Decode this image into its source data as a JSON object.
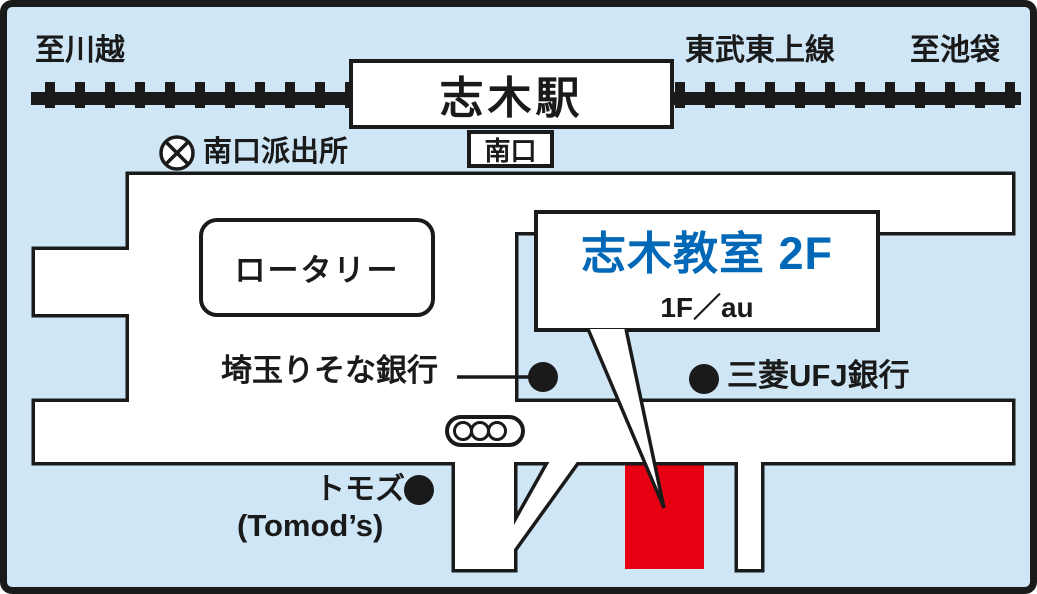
{
  "map": {
    "rail": {
      "to_kawagoe": "至川越",
      "line_name": "東武東上線",
      "to_ikebukuro": "至池袋"
    },
    "station": {
      "name": "志木駅",
      "south_exit": "南口"
    },
    "police_box_label": "南口派出所",
    "rotary_label": "ロータリー",
    "destination": {
      "title": "志木教室 2F",
      "subtitle": "1F／au",
      "title_color": "#0068b7"
    },
    "landmarks": {
      "resona_bank": "埼玉りそな銀行",
      "ufj_bank": "三菱UFJ銀行",
      "tomods": "トモズ",
      "tomods_en": "(Tomod’s)"
    },
    "colors": {
      "background": "#cfe6f6",
      "road": "#ffffff",
      "outline": "#1a1a1a",
      "highlight_red": "#e60012"
    }
  }
}
